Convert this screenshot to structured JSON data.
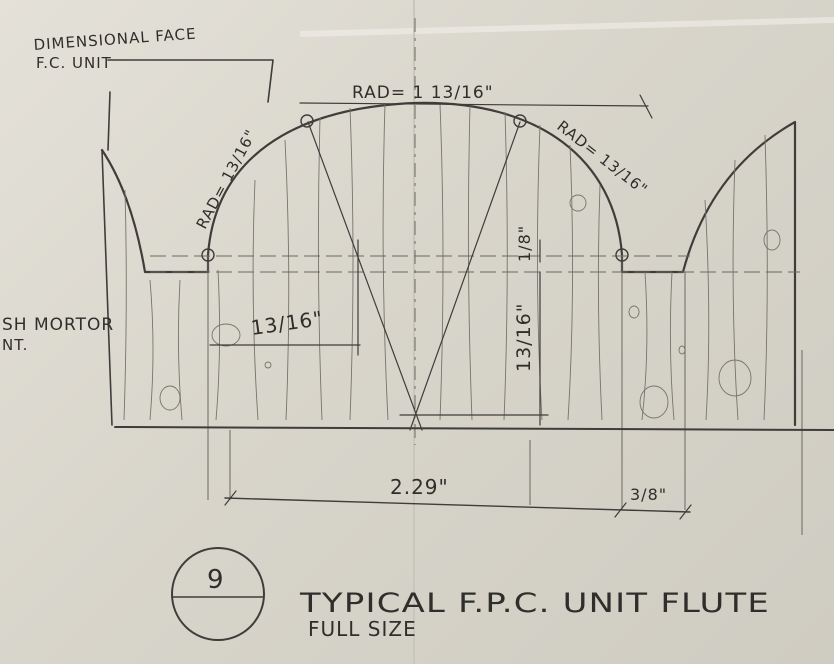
{
  "notes": {
    "face_line1": "DIMENSIONAL FACE",
    "face_line2": "F.C. UNIT",
    "mortar_line1": "SH MORTOR",
    "mortar_line2": "NT."
  },
  "dimensions": {
    "rad_top": "RAD= 1 13/16\"",
    "rad_left": "RAD= 13/16\"",
    "rad_right": "RAD= 13/16\"",
    "left_depth": "13/16\"",
    "right_depth": "13/16\"",
    "small_offset": "1/8\"",
    "overall_width": "2.29\"",
    "side_width": "3/8\""
  },
  "title_block": {
    "detail_number": "9",
    "title": "TYPICAL F.P.C. UNIT FLUTE",
    "scale": "FULL SIZE"
  }
}
